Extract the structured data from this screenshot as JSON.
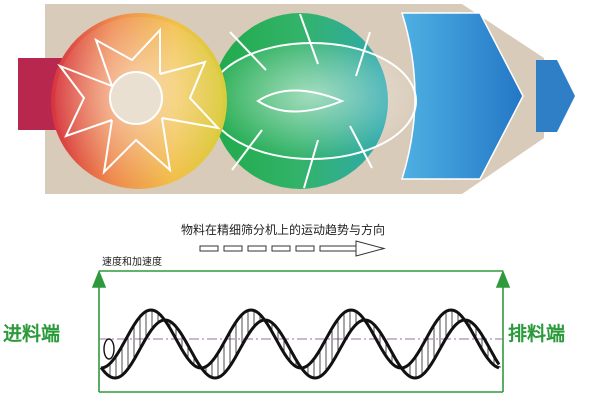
{
  "caption": "物料在精细筛分机上的运动趋势与方向",
  "y_axis_label": "速度和加速度",
  "inlet_label": "进料端",
  "outlet_label": "排料端",
  "colors": {
    "housing": "#d9cbb9",
    "inlet_arrow": "#b8274e",
    "outlet_arrow": "#2f7fc6",
    "wave_frame": "#2f9a3c",
    "end_label": "#2a9a3a",
    "centerline": "#9a6fa0"
  }
}
